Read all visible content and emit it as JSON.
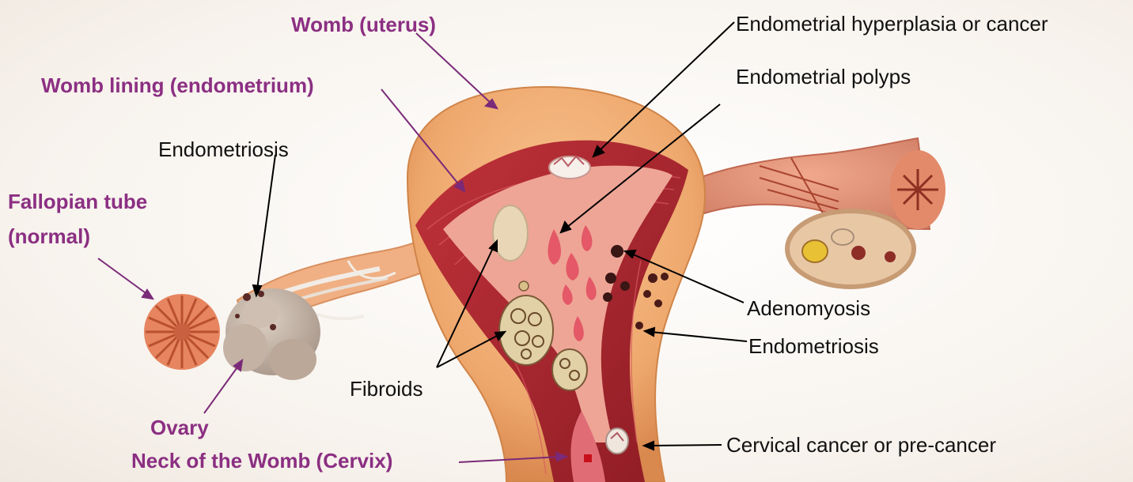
{
  "colors": {
    "normal_label": "#8b2f82",
    "pathology_label": "#111111",
    "normal_pointer": "#7a2a78",
    "pathology_pointer": "#000000",
    "uterus_outer": "#f2b27a",
    "myometrium": "#b0282e",
    "cavity": "#eea596",
    "ovary": "#c9b7a8",
    "fimbriae": "#e07b5b",
    "background": "#fbf8f4"
  },
  "labels": {
    "womb_uterus": "Womb (uterus)",
    "womb_lining": "Womb lining (endometrium)",
    "fallopian_tube_line1": "Fallopian tube",
    "fallopian_tube_line2": "(normal)",
    "ovary": "Ovary",
    "cervix": "Neck of the Womb (Cervix)",
    "endometriosis_left": "Endometriosis",
    "endometrial_hyperplasia": "Endometrial hyperplasia or cancer",
    "endometrial_polyps": "Endometrial polyps",
    "adenomyosis": "Adenomyosis",
    "endometriosis_right": "Endometriosis",
    "fibroids": "Fibroids",
    "cervical_cancer": "Cervical cancer or pre-cancer"
  }
}
